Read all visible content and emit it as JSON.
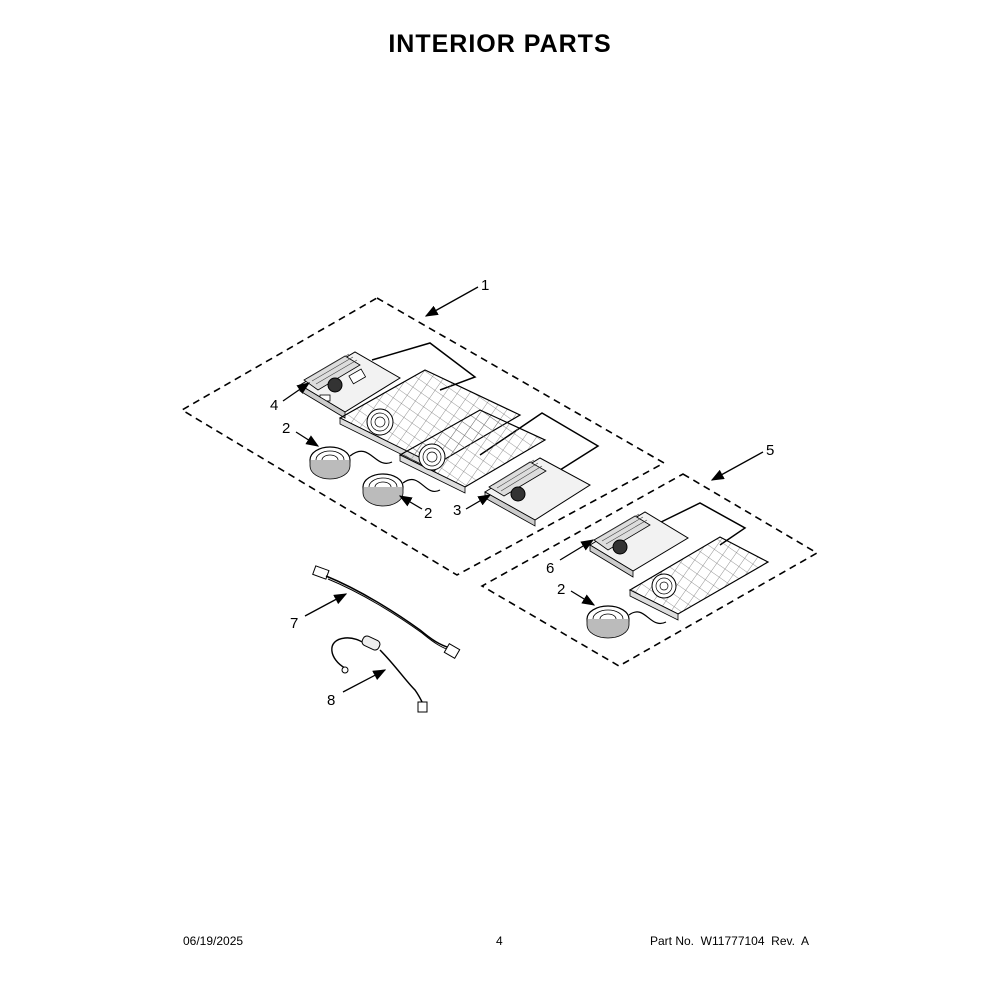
{
  "title": "INTERIOR PARTS",
  "callouts": {
    "c1": "1",
    "c2a": "2",
    "c2b": "2",
    "c2c": "2",
    "c3": "3",
    "c4": "4",
    "c5": "5",
    "c6": "6",
    "c7": "7",
    "c8": "8"
  },
  "footer": {
    "date": "06/19/2025",
    "page": "4",
    "part": "Part No.  W11777104  Rev.  A"
  }
}
